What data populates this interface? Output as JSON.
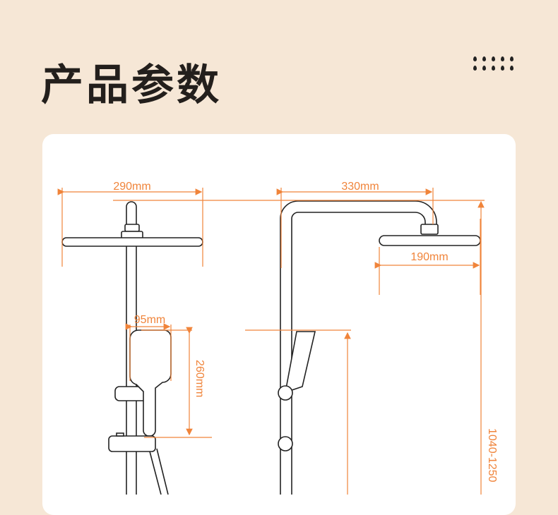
{
  "header": {
    "title": "产品参数"
  },
  "colors": {
    "accent": "#f0843a",
    "background": "#f6e7d6",
    "line": "#222222"
  },
  "dimensions": {
    "top_bar_width": "290mm",
    "arm_length": "330mm",
    "head_diameter": "190mm",
    "handset_width": "95mm",
    "handset_length": "260mm",
    "height_range": "1040-1250"
  }
}
